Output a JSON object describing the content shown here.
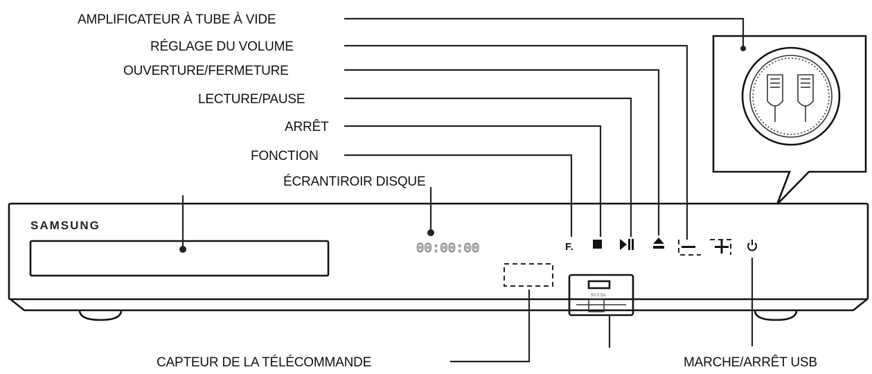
{
  "labels": {
    "tube": "AMPLIFICATEUR À TUBE À VIDE",
    "volume": "RÉGLAGE DU VOLUME",
    "open_close": "OUVERTURE/FERMETURE",
    "play_pause": "LECTURE/PAUSE",
    "stop": "ARRÊT",
    "function": "FONCTION",
    "tray": "ÉCRANTIROIR DISQUE",
    "remote_sensor": "CAPTEUR DE LA TÉLÉCOMMANDE",
    "power_usb": "MARCHE/ARRÊT USB"
  },
  "device": {
    "brand": "SAMSUNG",
    "display_text": "00:00:00",
    "function_button": "F.",
    "usb_text": "5V 0.5A"
  },
  "icons": {
    "stop": "stop-icon",
    "play_pause": "play-pause-icon",
    "eject": "eject-icon",
    "volume_minus": "minus-icon",
    "volume_plus": "plus-icon",
    "power": "power-icon"
  }
}
